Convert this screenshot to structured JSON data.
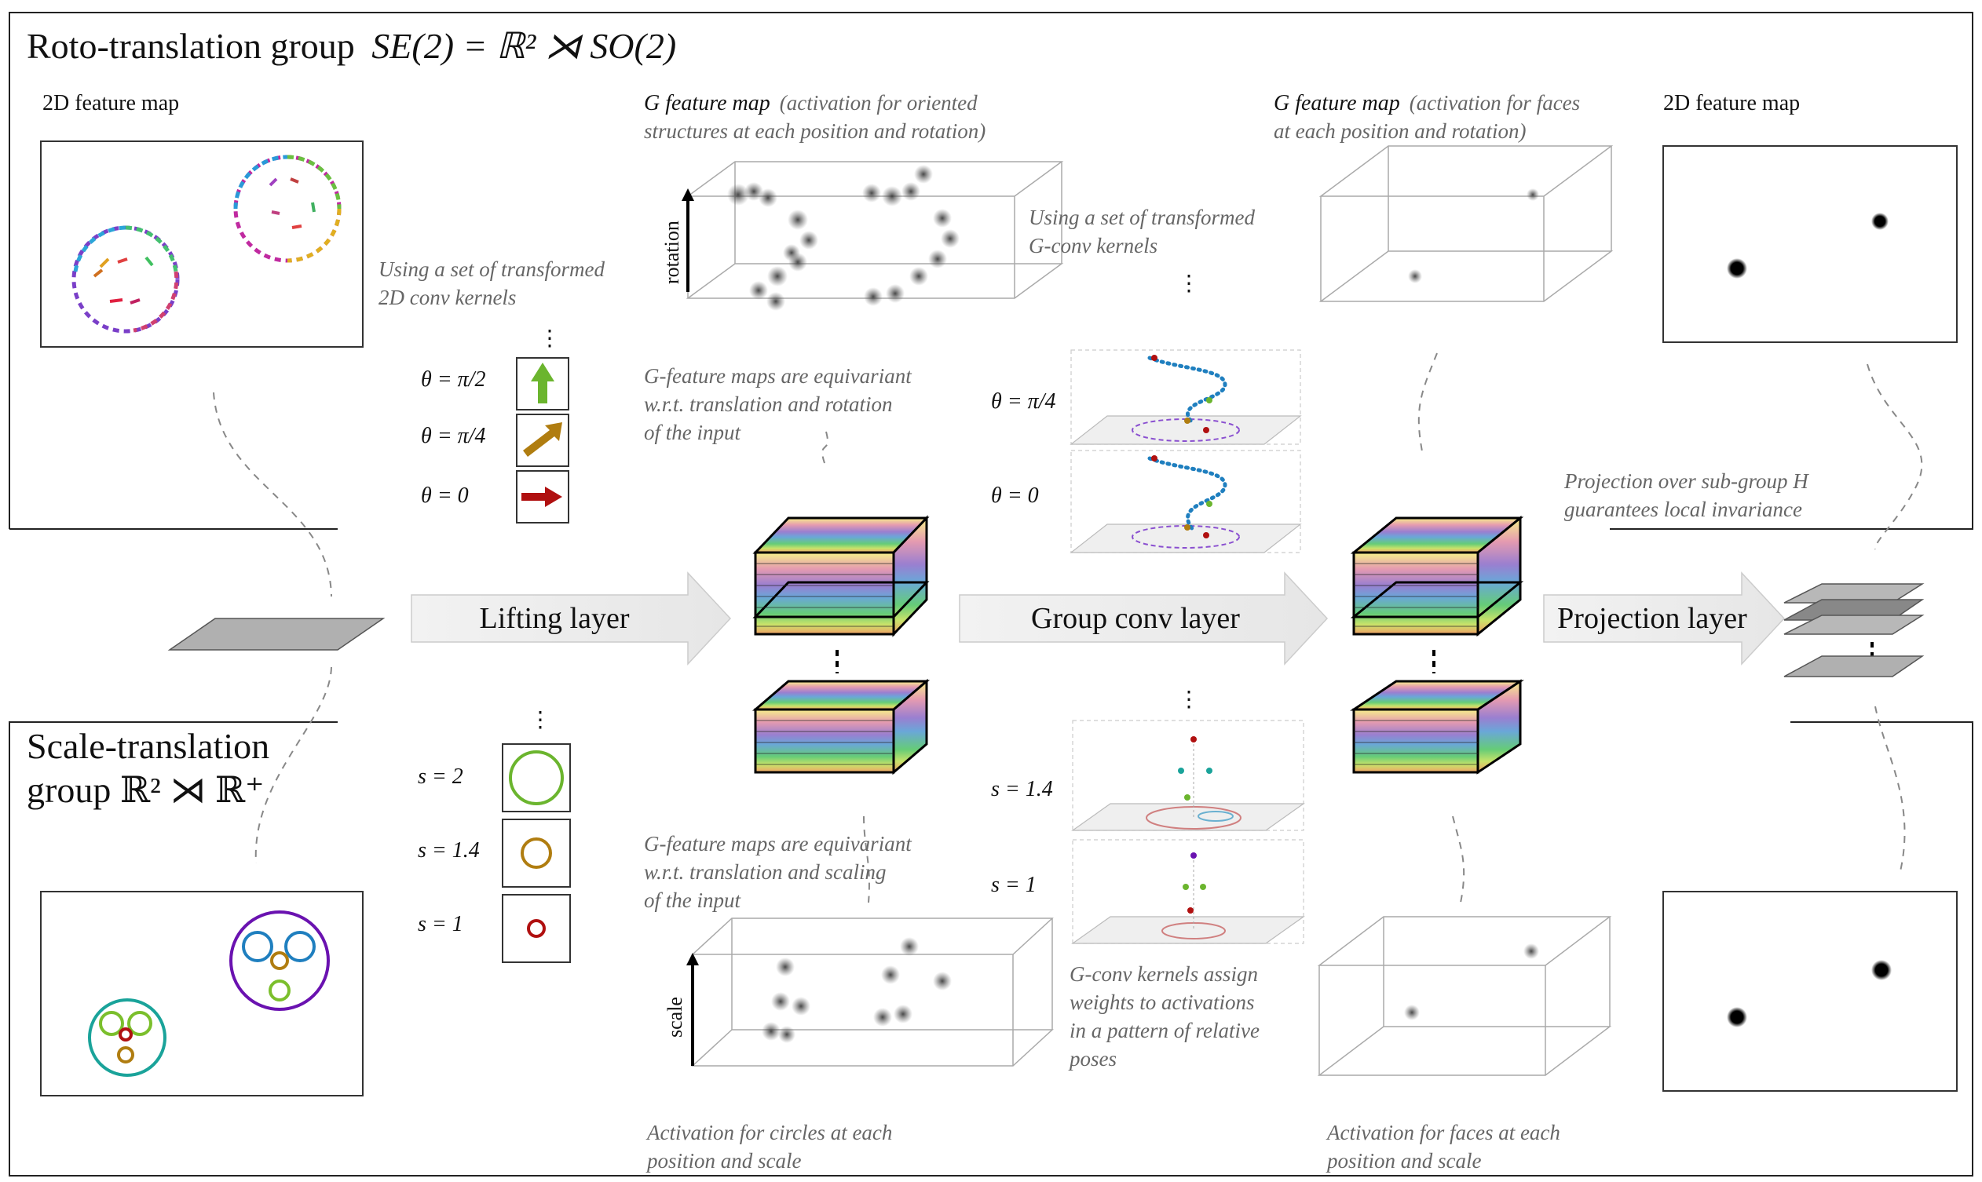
{
  "roto": {
    "title_prefix": "Roto-translation group",
    "title_math": "SE(2) = ℝ² ⋊ SO(2)",
    "feature_map_left": "2D feature map",
    "feature_map_right": "2D feature map",
    "g_map_1_label": "G feature map",
    "g_map_1_note_line1": "(activation for oriented",
    "g_map_1_note_line2": "structures at each position and rotation)",
    "g_map_2_label": "G feature map",
    "g_map_2_note_line1": "(activation for faces",
    "g_map_2_note_line2": "at each position and rotation)",
    "rotation_axis": "rotation",
    "kernels_note_line1": "Using a set of transformed",
    "kernels_note_line2": "2D conv kernels",
    "gconv_note_line1": "Using a set of transformed",
    "gconv_note_line2": "G-conv kernels",
    "equivariance_line1": "G-feature maps are equivariant",
    "equivariance_line2": "w.r.t. translation and rotation",
    "equivariance_line3": "of the input",
    "theta_values": [
      "θ = π/2",
      "θ = π/4",
      "θ = 0"
    ],
    "theta_gconv": [
      "θ = π/4",
      "θ = 0"
    ],
    "projection_note_line1": "Projection over sub-group H",
    "projection_note_line2": "guarantees local invariance",
    "ellipsis": "⋮"
  },
  "scale": {
    "title_line1": "Scale-translation",
    "title_line2": "group ℝ² ⋊ ℝ⁺",
    "scale_values": [
      "s = 2",
      "s = 1.4",
      "s = 1"
    ],
    "scale_gconv": [
      "s = 1.4",
      "s = 1"
    ],
    "scale_axis": "scale",
    "equivariance_line1": "G-feature maps are equivariant",
    "equivariance_line2": "w.r.t. translation and scaling",
    "equivariance_line3": "of the input",
    "circles_note_line1": "Activation for circles at each",
    "circles_note_line2": "position and scale",
    "faces_note_line1": "Activation for faces at each",
    "faces_note_line2": "position and scale",
    "gconv_assign_line1": "G-conv kernels assign",
    "gconv_assign_line2": "weights to activations",
    "gconv_assign_line3": "in a pattern of relative",
    "gconv_assign_line4": "poses"
  },
  "layers": {
    "lifting": "Lifting layer",
    "group_conv": "Group conv layer",
    "projection": "Projection layer"
  },
  "colors": {
    "arrow_fill": "#ececec",
    "box_stroke": "#333333",
    "green": "#6bb52e",
    "olive": "#b07d10",
    "red": "#b01010",
    "purple": "#6a12b0",
    "teal": "#1aa39a",
    "blue": "#1f7fbf"
  }
}
